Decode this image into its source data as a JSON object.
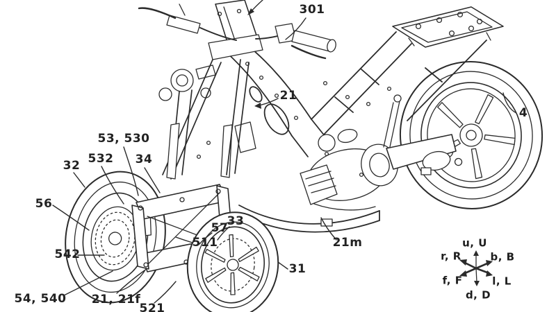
{
  "figure": {
    "kind": "patent line drawing",
    "subject": "leaning three-wheeled motorcycle chassis, perspective view",
    "background_color": "#ffffff",
    "line_color": "#2b2b2b"
  },
  "refs": [
    {
      "text": "301"
    },
    {
      "text": "21"
    },
    {
      "text": "4"
    },
    {
      "text": "53, 530"
    },
    {
      "text": "532"
    },
    {
      "text": "32"
    },
    {
      "text": "34"
    },
    {
      "text": "56"
    },
    {
      "text": "542"
    },
    {
      "text": "54, 540"
    },
    {
      "text": "21, 21f"
    },
    {
      "text": "521"
    },
    {
      "text": "511"
    },
    {
      "text": "57"
    },
    {
      "text": "33"
    },
    {
      "text": "31"
    },
    {
      "text": "21m"
    }
  ],
  "compass": {
    "directions": [
      {
        "text": "u, U"
      },
      {
        "text": "r, R"
      },
      {
        "text": "b, B"
      },
      {
        "text": "f, F"
      },
      {
        "text": "l, L"
      },
      {
        "text": "d, D"
      }
    ]
  }
}
